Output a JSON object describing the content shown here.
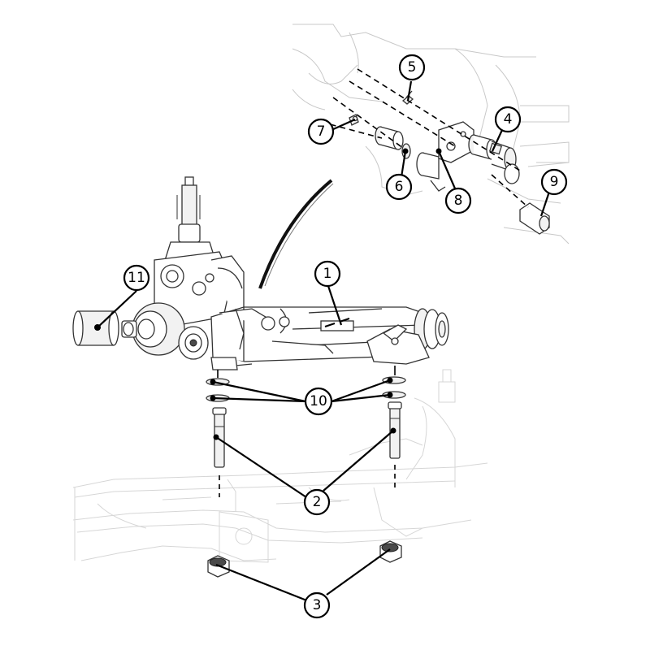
{
  "diagram": {
    "type": "exploded-parts-diagram",
    "callouts": [
      {
        "id": "1",
        "label": "1"
      },
      {
        "id": "2",
        "label": "2"
      },
      {
        "id": "3",
        "label": "3"
      },
      {
        "id": "4",
        "label": "4"
      },
      {
        "id": "5",
        "label": "5"
      },
      {
        "id": "6",
        "label": "6"
      },
      {
        "id": "7",
        "label": "7"
      },
      {
        "id": "8",
        "label": "8"
      },
      {
        "id": "9",
        "label": "9"
      },
      {
        "id": "10",
        "label": "10"
      },
      {
        "id": "11",
        "label": "11"
      }
    ],
    "colors": {
      "line": "#000000",
      "part_outline": "#333333",
      "faint_outline": "#d6d6d6",
      "background": "#ffffff"
    }
  }
}
